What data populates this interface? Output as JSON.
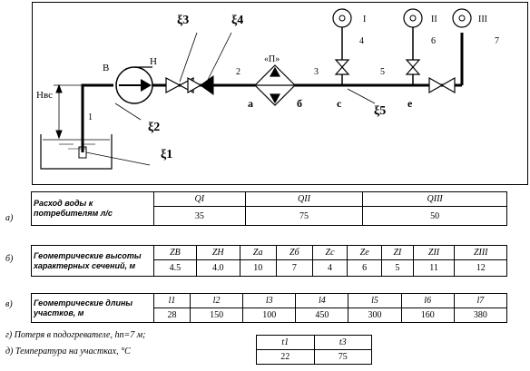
{
  "scheme": {
    "labels": {
      "B": "В",
      "H": "Н",
      "Hvs": "Нвс",
      "xi1": "ξ1",
      "xi2": "ξ2",
      "xi3": "ξ3",
      "xi4": "ξ4",
      "xi5": "ξ5",
      "s1": "1",
      "s2": "2",
      "s3": "3",
      "s4": "4",
      "s5": "5",
      "s6": "6",
      "s7": "7",
      "P": "«П»",
      "a": "а",
      "b": "б",
      "c": "с",
      "e": "е",
      "cI": "I",
      "cII": "II",
      "cIII": "III"
    }
  },
  "table_a": {
    "letter": "а)",
    "header": "Расход воды к потребителям л/с",
    "cols": [
      "QI",
      "QII",
      "QIII"
    ],
    "values": [
      "35",
      "75",
      "50"
    ]
  },
  "table_b": {
    "letter": "б)",
    "header": "Геометрические высоты характерных сечений, м",
    "cols": [
      "ZВ",
      "ZН",
      "Zа",
      "Zб",
      "Zс",
      "Zе",
      "ZI",
      "ZII",
      "ZIII"
    ],
    "values": [
      "4.5",
      "4.0",
      "10",
      "7",
      "4",
      "6",
      "5",
      "11",
      "12"
    ]
  },
  "table_v": {
    "letter": "в)",
    "header": "Геометрические длины участков, м",
    "cols": [
      "l1",
      "l2",
      "l3",
      "l4",
      "l5",
      "l6",
      "l7"
    ],
    "values": [
      "28",
      "150",
      "100",
      "450",
      "300",
      "160",
      "380"
    ]
  },
  "note_g": "г)    Потеря в подогревателе, hп=7 м;",
  "note_d": "д)  Температура на участках, °С",
  "table_d": {
    "cols": [
      "t1",
      "t3"
    ],
    "values": [
      "22",
      "75"
    ]
  }
}
